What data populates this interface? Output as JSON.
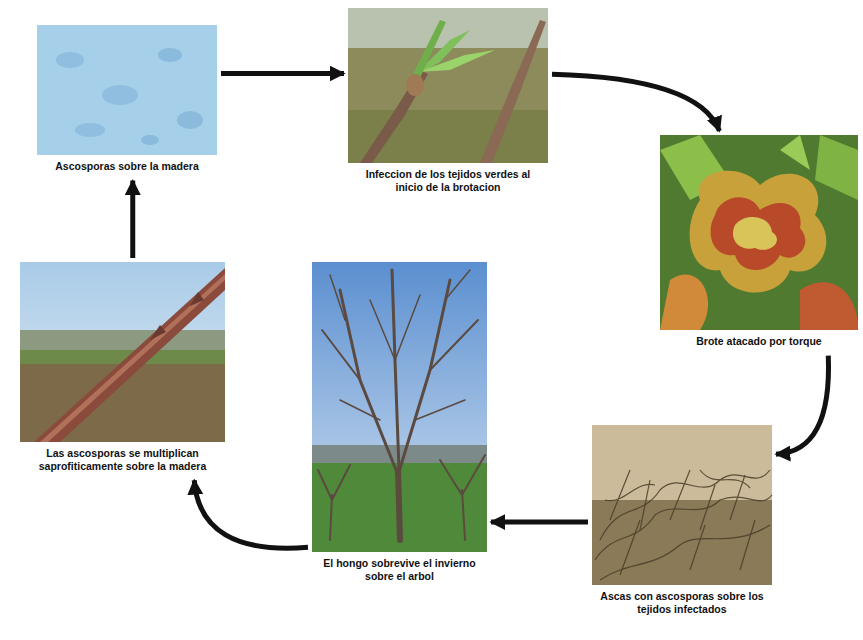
{
  "diagram": {
    "nodes": [
      {
        "text": [
          "Ascosporas sobre la madera"
        ]
      },
      {
        "text": [
          "Infeccion de los tejidos verdes al inicio de la brotacion"
        ]
      },
      {
        "text": [
          "Brote atacado por torque"
        ]
      },
      {
        "text": [
          "Las ascosporas se multiplican saprofiticamente sobre la madera"
        ]
      },
      {
        "text": [
          "El hongo sobrevive el invierno sobre el arbol"
        ]
      },
      {
        "text": [
          "Ascas con ascosporas sobre los tejidos infectados"
        ]
      }
    ],
    "edges": [
      {
        "from": 0,
        "to": 1,
        "arrow": "to"
      },
      {
        "from": 1,
        "to": 2,
        "arrow": "to"
      },
      {
        "from": 2,
        "to": 5,
        "arrow": "to"
      },
      {
        "from": 5,
        "to": 4,
        "arrow": "to"
      },
      {
        "from": 4,
        "to": 3,
        "arrow": "to"
      },
      {
        "from": 3,
        "to": 0,
        "arrow": "to"
      }
    ]
  }
}
